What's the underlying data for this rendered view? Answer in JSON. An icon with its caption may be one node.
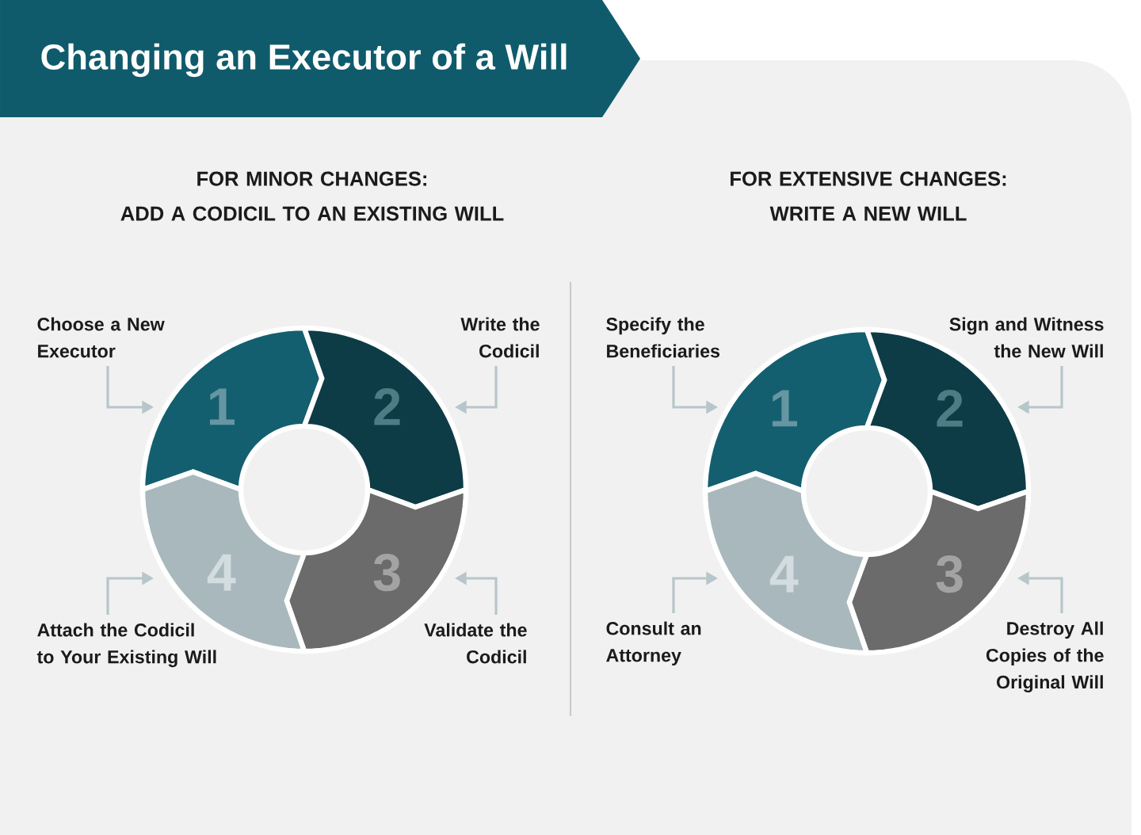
{
  "diagram": {
    "title": "Changing an Executor of a Will",
    "nodes": [
      {
        "text": [
          "1"
        ]
      },
      {
        "text": [
          "2"
        ]
      },
      {
        "text": [
          "3"
        ]
      },
      {
        "text": [
          "4"
        ]
      },
      {
        "text": [
          "Choose a New Executor"
        ]
      },
      {
        "text": [
          "Write the Codicil"
        ]
      },
      {
        "text": [
          "Validate the Codicil"
        ]
      },
      {
        "text": [
          "Attach the Codicil to Your Existing Will"
        ]
      },
      {
        "text": [
          "1"
        ]
      },
      {
        "text": [
          "2"
        ]
      },
      {
        "text": [
          "3"
        ]
      },
      {
        "text": [
          "4"
        ]
      },
      {
        "text": [
          "Specify the Beneficiaries"
        ]
      },
      {
        "text": [
          "Sign and Witness the New Will"
        ]
      },
      {
        "text": [
          "Destroy All Copies of the Original Will"
        ]
      },
      {
        "text": [
          "Consult an Attorney"
        ]
      }
    ],
    "edges": [
      {
        "from": 4,
        "to": 0,
        "arrow": "to"
      },
      {
        "from": 5,
        "to": 1,
        "arrow": "to"
      },
      {
        "from": 6,
        "to": 2,
        "arrow": "to"
      },
      {
        "from": 7,
        "to": 3,
        "arrow": "to"
      },
      {
        "from": 12,
        "to": 8,
        "arrow": "to"
      },
      {
        "from": 13,
        "to": 9,
        "arrow": "to"
      },
      {
        "from": 14,
        "to": 10,
        "arrow": "to"
      },
      {
        "from": 15,
        "to": 11,
        "arrow": "to"
      }
    ],
    "labels": [
      "FOR MINOR CHANGES: ADD A CODICIL TO AN EXISTING WILL",
      "FOR EXTENSIVE CHANGES: WRITE A NEW WILL"
    ]
  }
}
